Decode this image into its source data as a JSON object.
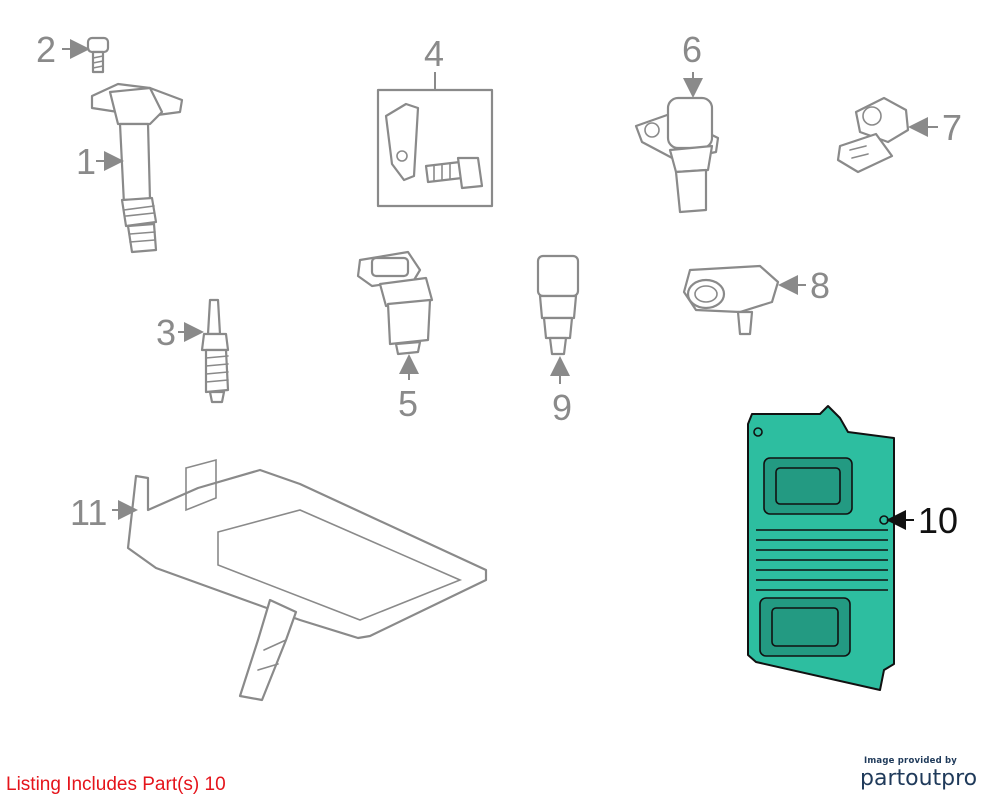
{
  "callouts": {
    "c1": "1",
    "c2": "2",
    "c3": "3",
    "c4": "4",
    "c5": "5",
    "c6": "6",
    "c7": "7",
    "c8": "8",
    "c9": "9",
    "c10": "10",
    "c11": "11"
  },
  "highlighted_part": "10",
  "highlight_color": "#2dbea0",
  "listing_note": "Listing Includes Part(s) 10",
  "listing_note_color": "#e5141b",
  "brand": {
    "provided_by": "Image provided by",
    "name": "partoutpro"
  }
}
